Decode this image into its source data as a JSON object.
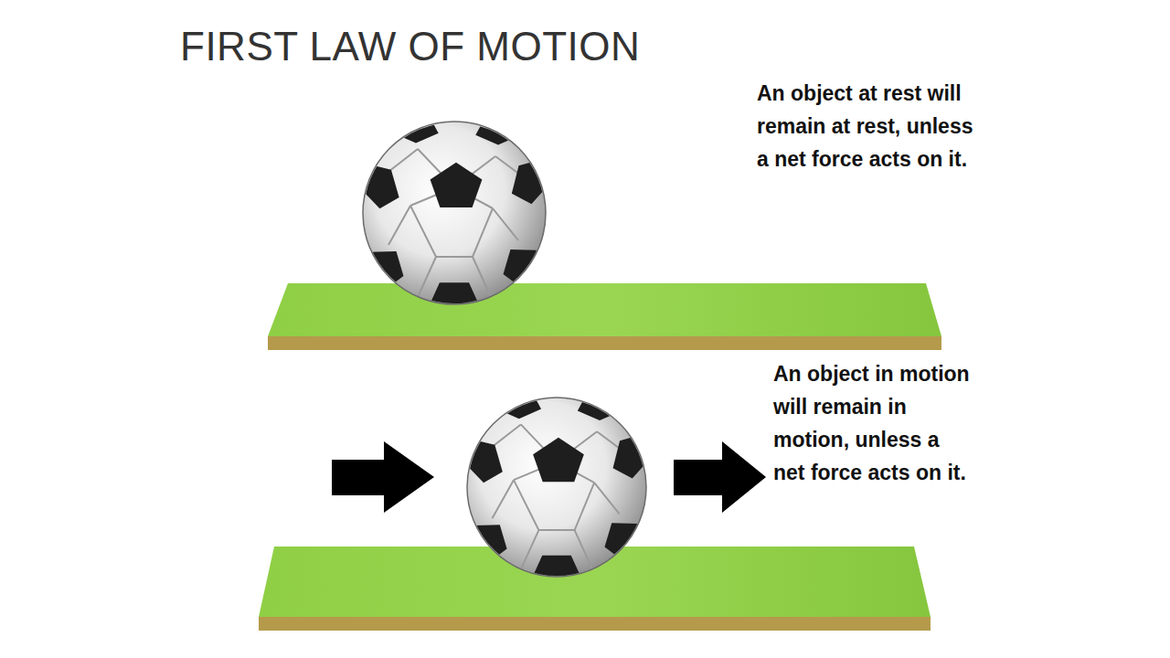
{
  "diagram": {
    "title": "FIRST LAW OF MOTION",
    "labels": [
      "An object at rest will remain at rest, unless a net force acts on it.",
      "An object in motion will remain in motion, unless a net force acts on it."
    ]
  }
}
